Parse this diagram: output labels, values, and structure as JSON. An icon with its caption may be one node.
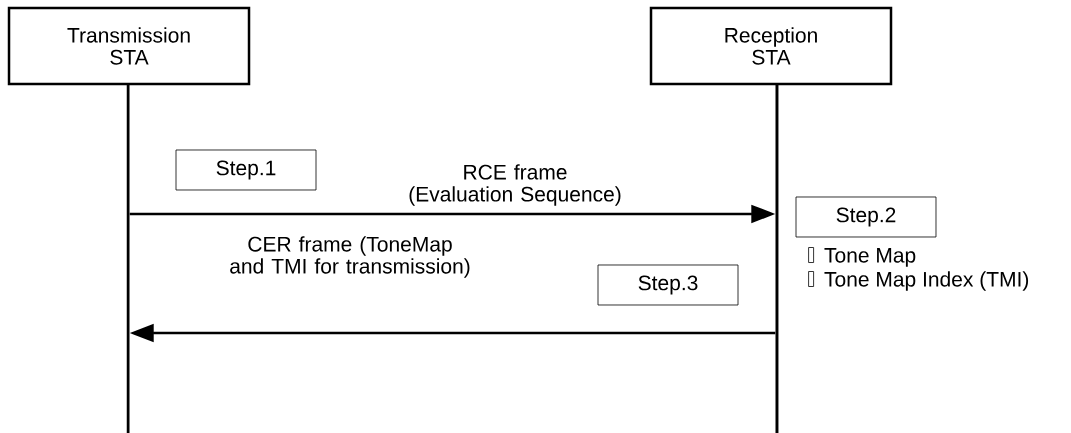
{
  "diagram": {
    "nodes": [
      {
        "text": [
          "Transmission STA"
        ]
      },
      {
        "text": [
          "Reception STA"
        ]
      },
      {
        "text": [
          "Step.1"
        ]
      },
      {
        "text": [
          "Step.2"
        ],
        "beside": [
          "Tone Map",
          "Tone Map Index (TMI)"
        ]
      },
      {
        "text": [
          "Step.3"
        ]
      },
      {
        "text": [],
        "shape": "bar"
      },
      {
        "text": [],
        "shape": "bar"
      }
    ],
    "edges": [
      {
        "from": 5,
        "to": 6,
        "arrow": "to",
        "label": "RCE frame (Evaluation Sequence)"
      },
      {
        "from": 6,
        "to": 5,
        "arrow": "to",
        "label": "CER frame (ToneMap and TMI for transmission)"
      }
    ]
  }
}
